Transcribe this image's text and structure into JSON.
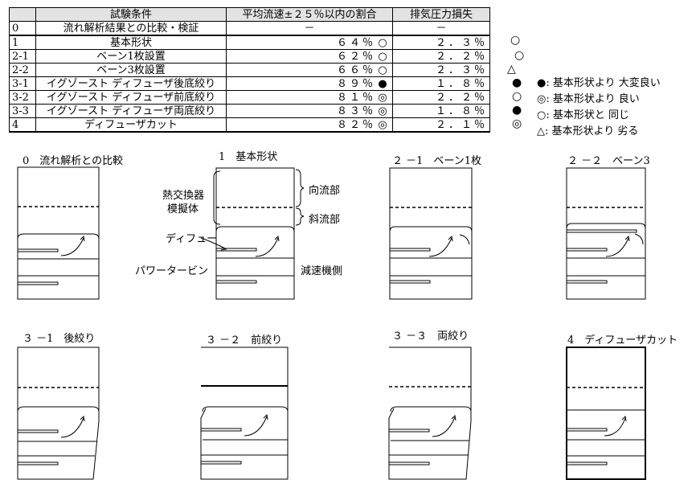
{
  "table": {
    "headers": [
      "",
      "試験条件",
      "平均流速±２５％以内の割合",
      "排気圧力損失"
    ],
    "rows": [
      {
        "id": "0",
        "condition": "流れ解析結果との比較・検証",
        "rate": "－",
        "rate_mark": "",
        "loss": "－",
        "loss_mark": ""
      },
      {
        "id": "1",
        "condition": "基本形状",
        "rate": "６４％",
        "rate_mark": "○",
        "loss": "２．３％",
        "loss_mark": "○"
      },
      {
        "id": "2-1",
        "condition": "ベーン1枚設置",
        "rate": "６２％",
        "rate_mark": "○",
        "loss": "２．２％",
        "loss_mark": "○"
      },
      {
        "id": "2-2",
        "condition": "ベーン3枚設置",
        "rate": "６６％",
        "rate_mark": "○",
        "loss": "２．３％",
        "loss_mark": "△"
      },
      {
        "id": "3-1",
        "condition": "イグゾースト ディフューザ後底絞り",
        "rate": "８９％",
        "rate_mark": "●",
        "loss": "１．８％",
        "loss_mark": "●"
      },
      {
        "id": "3-2",
        "condition": "イグゾースト ディフューザ前底絞り",
        "rate": "８１％",
        "rate_mark": "◎",
        "loss": "２．２％",
        "loss_mark": "○"
      },
      {
        "id": "3-3",
        "condition": "イグゾースト ディフューザ両底絞り",
        "rate": "８３％",
        "rate_mark": "◎",
        "loss": "１．８％",
        "loss_mark": "●"
      },
      {
        "id": "4",
        "condition": "ディフューザカット",
        "rate": "８２％",
        "rate_mark": "◎",
        "loss": "２．１％",
        "loss_mark": "◎"
      }
    ]
  },
  "legend": [
    {
      "symbol": "●",
      "text": "基本形状より 大変良い"
    },
    {
      "symbol": "◎",
      "text": "基本形状より 良い"
    },
    {
      "symbol": "○",
      "text": "基本形状と 同じ"
    },
    {
      "symbol": "△",
      "text": "基本形状より 劣る"
    }
  ],
  "diagrams": {
    "titles": {
      "d0": "0　流れ解析との比較",
      "d1": "1　基本形状",
      "d21": "２ －1　ベーン1枚",
      "d22": "２ －２　ベーン3",
      "d31": "３ －1　後絞り",
      "d32": "３ －２　前絞り",
      "d33": "３ －３　両絞り",
      "d4": "4　ディフューザカット"
    },
    "labels": {
      "heat_exchanger": "熱交換器",
      "simulator": "模擬体",
      "upstream": "向流部",
      "oblique": "斜流部",
      "diffuser": "ディフュー",
      "power_turbine": "パワータービン",
      "reducer": "減速機側"
    }
  }
}
